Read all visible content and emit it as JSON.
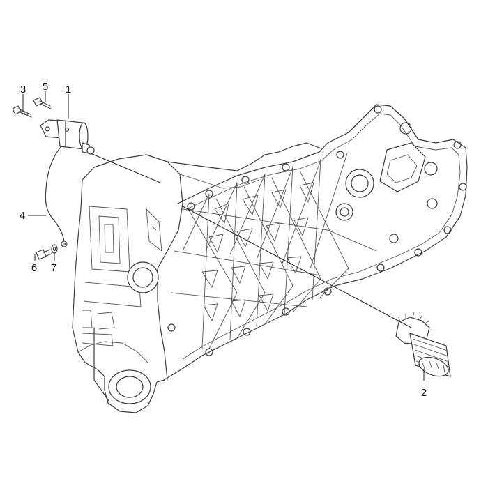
{
  "callouts": [
    {
      "id": "c1",
      "label": "1"
    },
    {
      "id": "c2",
      "label": "2"
    },
    {
      "id": "c3",
      "label": "3"
    },
    {
      "id": "c4",
      "label": "4"
    },
    {
      "id": "c5",
      "label": "5"
    },
    {
      "id": "c6",
      "label": "6"
    },
    {
      "id": "c7",
      "label": "7"
    }
  ],
  "colors": {
    "line": "#3a3a3a",
    "background": "#ffffff"
  }
}
